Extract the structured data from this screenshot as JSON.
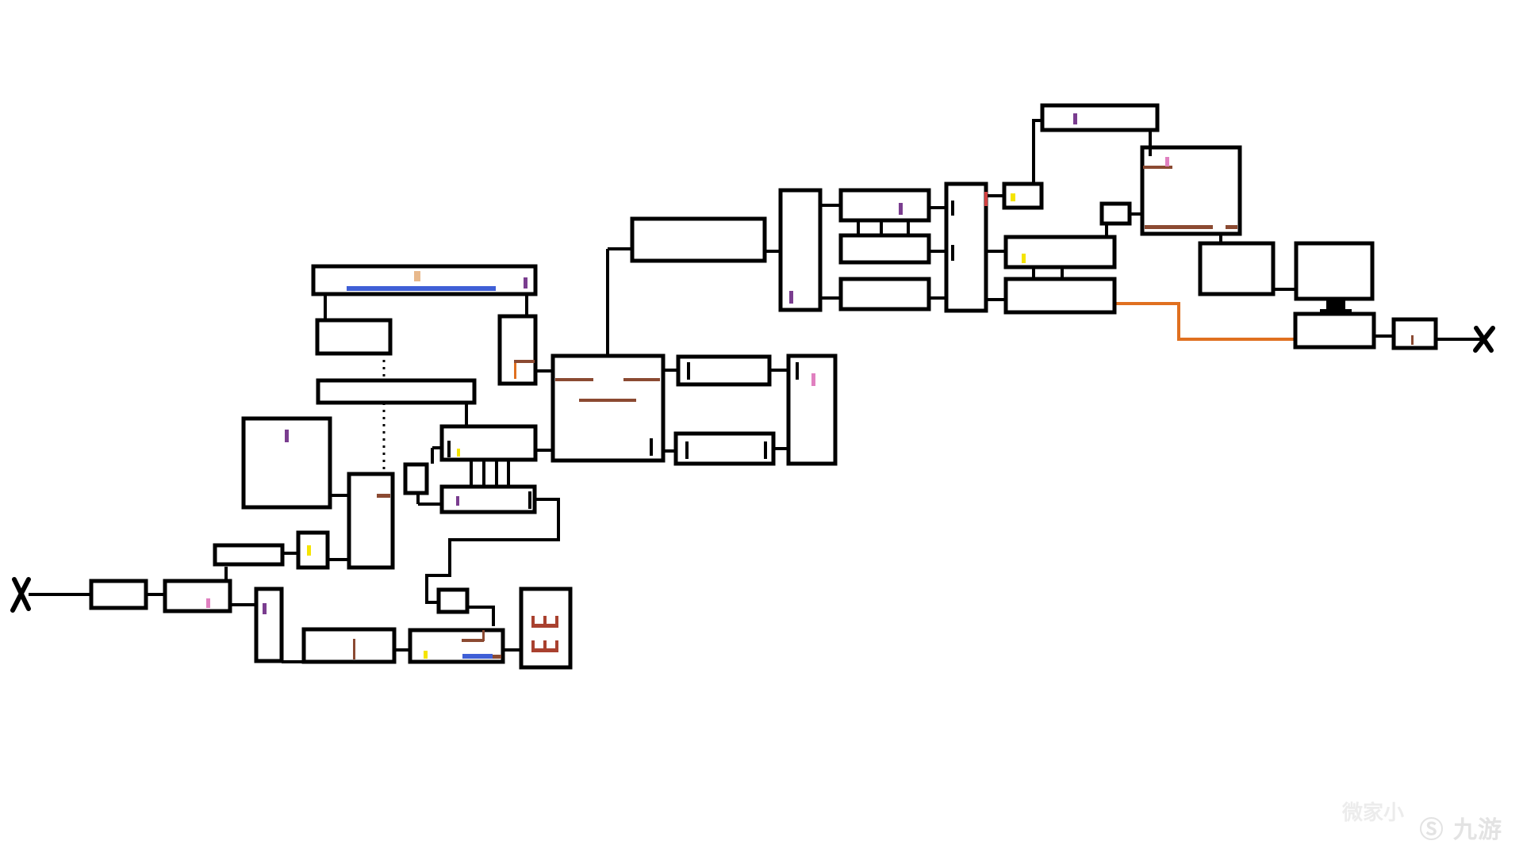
{
  "map": {
    "title": "",
    "background": "#ffffff",
    "colors": {
      "wall": "#000000",
      "save_marker": "#7a3d8f",
      "item_pink": "#e080c0",
      "coin_yellow": "#f5e400",
      "platform_brown": "#8b4a32",
      "lava_orange": "#e07020",
      "water_blue": "#3f5fd6",
      "sand": "#e8b98c",
      "door_red": "#d04040"
    },
    "legend": {
      "start_marker": "X",
      "end_marker": "X",
      "start_icon": "start-x-icon",
      "end_icon": "end-x-icon"
    }
  },
  "watermark": {
    "brand_text": "九游",
    "logo": "jiuyou-logo-icon",
    "faded_text": "微家小"
  }
}
